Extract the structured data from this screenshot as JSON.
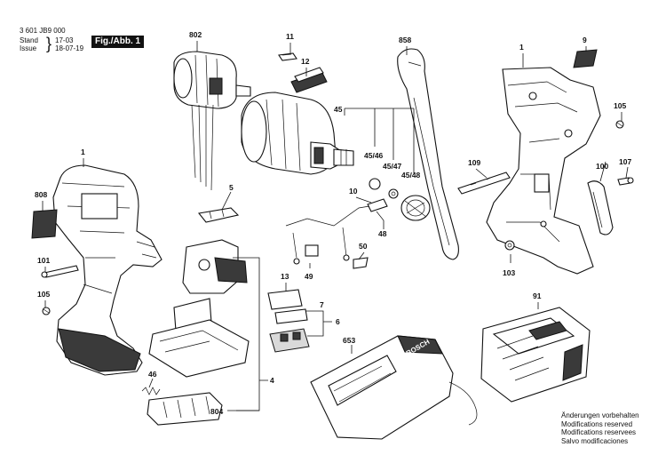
{
  "header": {
    "doc_number": "3 601 JB9 000",
    "stand_label": "Stand",
    "issue_label": "Issue",
    "stand_date": "17-03",
    "issue_date": "18-07-19",
    "figure_label": "Fig./Abb. 1"
  },
  "notes": [
    "Änderungen vorbehalten",
    "Modifications reserved",
    "Modifications reservees",
    "Salvo modificaciones"
  ],
  "callouts": [
    "802",
    "11",
    "12",
    "45",
    "858",
    "1",
    "9",
    "105",
    "45/46",
    "45/47",
    "45/48",
    "109",
    "100",
    "107",
    "1",
    "808",
    "5",
    "10",
    "48",
    "50",
    "49",
    "101",
    "105",
    "13",
    "7",
    "6",
    "103",
    "91",
    "653",
    "4",
    "46",
    "804"
  ],
  "branding": {
    "charger_logo": "BOSCH"
  }
}
